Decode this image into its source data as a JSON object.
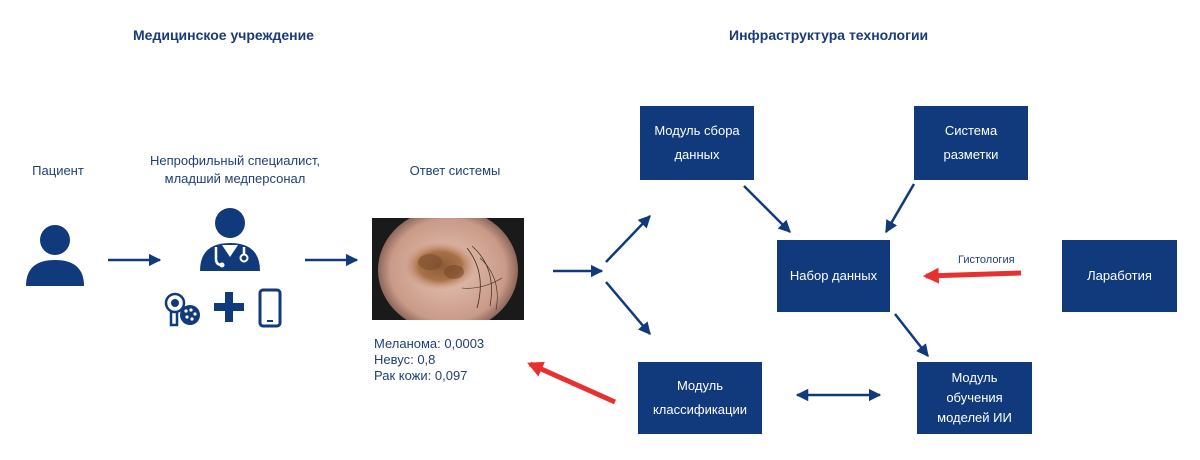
{
  "sections": {
    "medical": "Медицинское учреждение",
    "tech": "Инфраструктура технологии"
  },
  "left": {
    "patient_label": "Пациент",
    "specialist_label_line1": "Непрофильный специалист,",
    "specialist_label_line2": "младший медперсонал",
    "response_label": "Ответ системы"
  },
  "results": [
    "Меланома: 0,0003",
    "Невус: 0,8",
    "Рак кожи: 0,097"
  ],
  "boxes": {
    "collect": [
      "Модуль сбора",
      "данных"
    ],
    "markup": [
      "Система",
      "разметки"
    ],
    "dataset": [
      "Набор данных"
    ],
    "lab": [
      "Лаработия"
    ],
    "classify": [
      "Модуль",
      "классификации"
    ],
    "training": [
      "Модуль",
      "обучения",
      "моделей ИИ"
    ]
  },
  "arrow_labels": {
    "histology": "Гистология"
  },
  "colors": {
    "navy": "#103a7c",
    "accent_red": "#e8302f",
    "text_blue": "#1f3f7a"
  },
  "icons": [
    "user-icon",
    "doctor-icon",
    "dermatoscope-icon",
    "plus-icon",
    "smartphone-icon"
  ]
}
